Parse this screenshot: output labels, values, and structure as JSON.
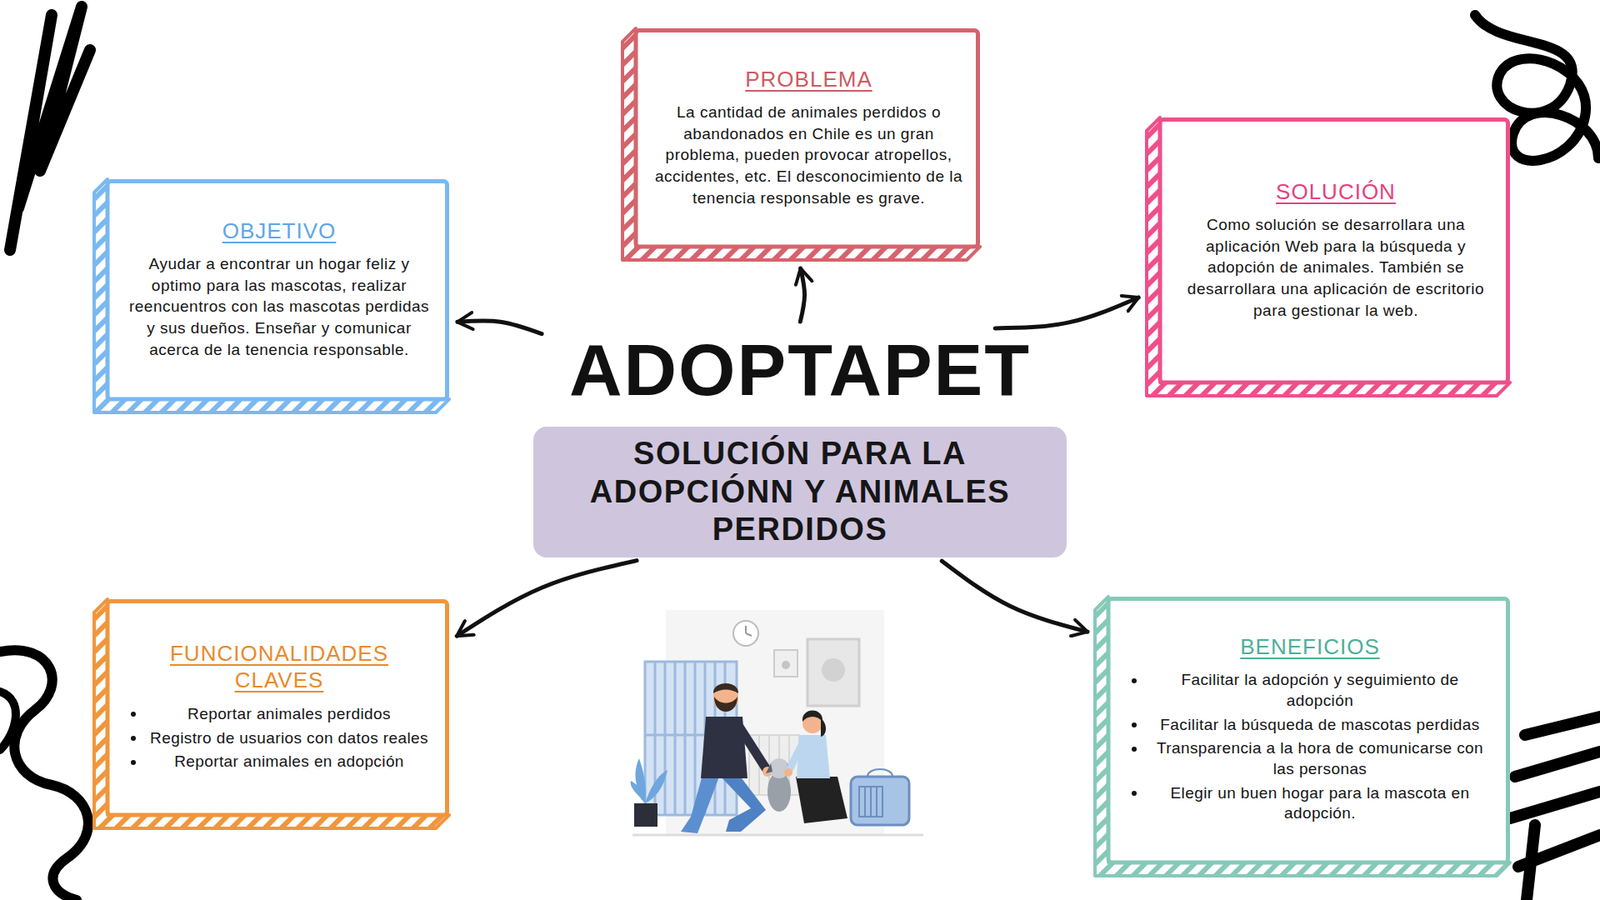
{
  "diagram": {
    "nodes": [
      {
        "text": [
          "PROBLEMA",
          "La cantidad de animales perdidos o abandonados en Chile es un gran problema, pueden provocar atropellos, accidentes, etc. El desconocimiento de la tenencia responsable es grave."
        ]
      },
      {
        "text": [
          "OBJETIVO",
          "Ayudar a encontrar un hogar feliz y optimo para las mascotas, realizar reencuentros con las mascotas perdidas y sus dueños. Enseñar y comunicar acerca de la tenencia responsable."
        ]
      },
      {
        "text": [
          "SOLUCIÓN",
          "Como solución se desarrollara una aplicación Web para la búsqueda y adopción de animales. También se desarrollara una aplicación de escritorio para gestionar la web."
        ]
      },
      {
        "text": [
          "ADOPTAPET"
        ]
      },
      {
        "text": [
          "SOLUCIÓN PARA LA ADOPCIÓNN Y ANIMALES PERDIDOS"
        ]
      },
      {
        "text": [
          "FUNCIONALIDADES CLAVES",
          "Reportar animales perdidos",
          "Registro de usuarios con datos reales",
          "Reportar animales en adopción"
        ]
      },
      {
        "text": [
          "BENEFICIOS",
          "Facilitar la adopción y seguimiento de adopción",
          "Facilitar la búsqueda de mascotas perdidas",
          "Transparencia a la hora de comunicarse con las personas",
          "Elegir un buen hogar para la mascota en adopción."
        ]
      }
    ],
    "edges": [
      {
        "from": 3,
        "to": 0,
        "arrow": "to"
      },
      {
        "from": 3,
        "to": 1,
        "arrow": "to"
      },
      {
        "from": 3,
        "to": 2,
        "arrow": "to"
      },
      {
        "from": 4,
        "to": 5,
        "arrow": "to"
      },
      {
        "from": 4,
        "to": 6,
        "arrow": "to"
      }
    ]
  }
}
